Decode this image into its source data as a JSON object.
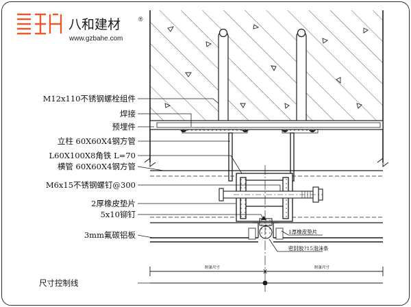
{
  "logo": {
    "brand_name": "八和建材",
    "registered_mark": "®",
    "url": "www.gzbahe.com",
    "color": "#e8582c"
  },
  "labels": [
    "M12x110不锈钢螺栓组件",
    "焊接",
    "预埋件",
    "立柱 60X60X4钢方管",
    "L60X100X8角铁 L=70",
    "横管 60X60X4钢方管",
    "M6x15不锈钢螺钉@300",
    "2厚橡皮垫片",
    "5x10铆钉",
    "3mm氟碳铝板",
    "尺寸控制线"
  ],
  "right_notes": {
    "rubber_pad_1mm": "1厚橡皮垫片",
    "sealant_foam": "密封胶?15泡沫条"
  },
  "dimension_marks": {
    "left": "附录尺寸",
    "right": "附录尺寸"
  },
  "colors": {
    "line": "#1a1a1a",
    "hatch": "#333333",
    "accent": "#e8582c"
  }
}
